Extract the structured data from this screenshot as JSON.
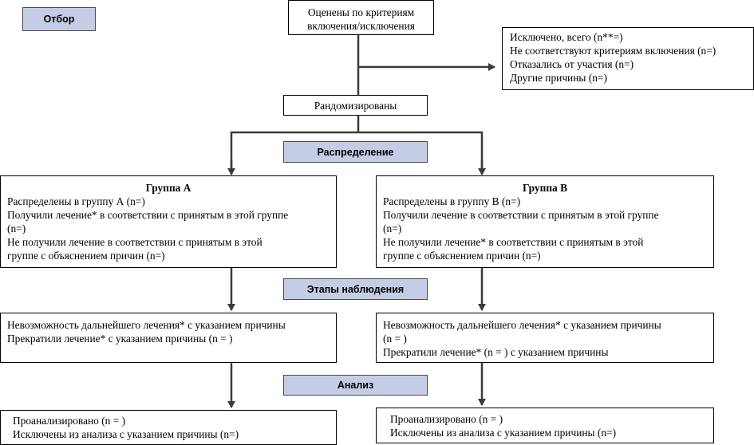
{
  "stages": {
    "selection": "Отбор",
    "allocation": "Распределение",
    "followup": "Этапы наблюдения",
    "analysis": "Анализ"
  },
  "assessed": [
    "Оценены по критериям",
    "включения/исключения"
  ],
  "excluded": [
    "Исключено, всего (n**=)",
    "Не соответствуют критериям включения (n=)",
    "Отказались от участия  (n=)",
    "Другие причины (n=)"
  ],
  "randomized": "Рандомизированы",
  "group_a": {
    "title": "Группа А",
    "lines": [
      "Распределены в группу А (n=)",
      "Получили лечение* в соответствии с принятым в этой группе",
      "(n=)",
      "Не получили лечение в соответствии с принятым в этой",
      "группе с объяснением причин (n=)"
    ],
    "followup": [
      "Невозможность дальнейшего лечения* с указанием причины",
      "Прекратили лечение* с указанием причины (n = )"
    ],
    "analysis": [
      "Проанализировано (n = )",
      "Исключены из анализа с указанием причины (n=)"
    ]
  },
  "group_b": {
    "title": "Группа В",
    "lines": [
      "Распределены в группу В (n=)",
      "Получили лечение в соответствии с принятым в этой группе",
      "(n=)",
      "Не получили лечение* в соответствии с принятым в этой",
      "группе с объяснением причин (n=)"
    ],
    "followup": [
      "Невозможность дальнейшего лечения* с указанием причины",
      "(n = )",
      "Прекратили лечение* (n = ) с указанием причины"
    ],
    "analysis": [
      "Проанализировано (n = )",
      "Исключены из анализа с указанием причины (n=)"
    ]
  },
  "colors": {
    "stage_fill": "#c5cde6",
    "line": "#3a3a3a"
  }
}
